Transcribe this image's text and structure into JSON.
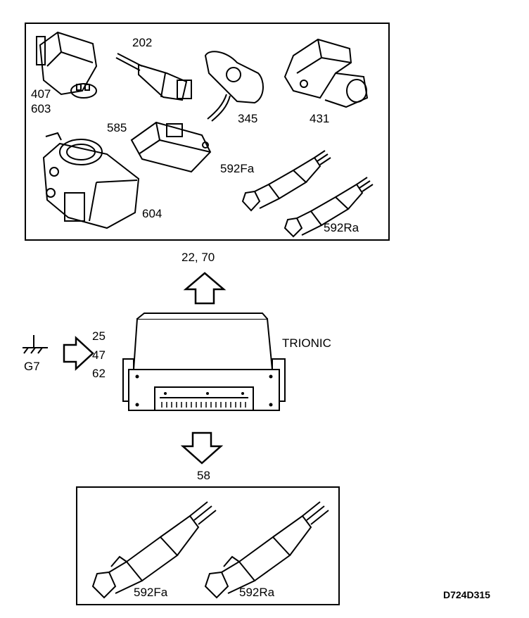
{
  "top_group": {
    "labels": {
      "l407": "407",
      "l603": "603",
      "l202": "202",
      "l345": "345",
      "l431": "431",
      "l585": "585",
      "l604": "604",
      "l592fa": "592Fa",
      "l592ra": "592Ra"
    }
  },
  "output_arrow_up": {
    "label": "22, 70"
  },
  "ecu": {
    "name": "TRIONIC"
  },
  "ground": {
    "label": "G7",
    "pins": [
      "25",
      "47",
      "62"
    ]
  },
  "output_arrow_down": {
    "label": "58"
  },
  "bottom_group": {
    "labels": {
      "l592fa": "592Fa",
      "l592ra": "592Ra"
    }
  },
  "figure_id": "D724D315"
}
